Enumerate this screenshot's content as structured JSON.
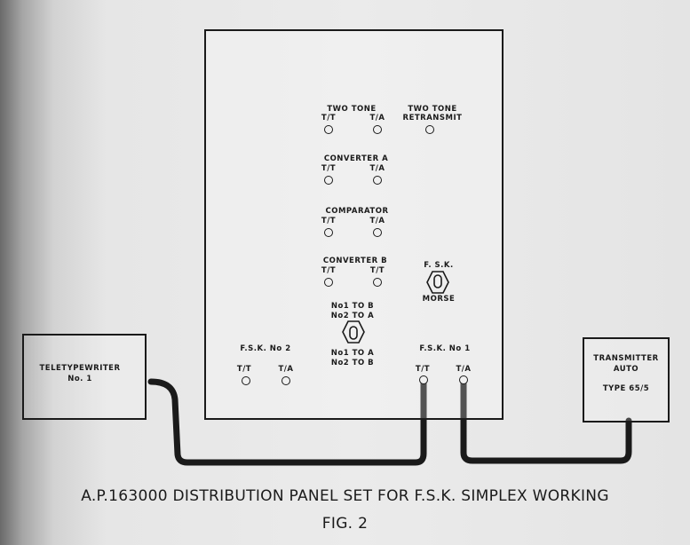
{
  "panel": {
    "two_tone": "TWO TONE",
    "two_tone_tt": "T/T",
    "two_tone_ta": "T/A",
    "two_tone_retransmit_1": "TWO TONE",
    "two_tone_retransmit_2": "RETRANSMIT",
    "converter_a": "CONVERTER A",
    "converter_a_tt": "T/T",
    "converter_a_ta": "T/A",
    "comparator": "COMPARATOR",
    "comparator_tt": "T/T",
    "comparator_ta": "T/A",
    "converter_b": "CONVERTER B",
    "converter_b_tt": "T/T",
    "converter_b_ta": "T/T",
    "fsk_switch_top": "F. S.K.",
    "fsk_switch_bottom": "MORSE",
    "routing_1": "No1 TO B",
    "routing_2": "No2 TO A",
    "routing_3": "No1 TO A",
    "routing_4": "No2 TO B",
    "fsk2": "F.S.K. No 2",
    "fsk2_tt": "T/T",
    "fsk2_ta": "T/A",
    "fsk1": "F.S.K. No 1",
    "fsk1_tt": "T/T",
    "fsk1_ta": "T/A"
  },
  "teletypewriter": {
    "line1": "TELETYPEWRITER",
    "line2": "No. 1"
  },
  "transmitter": {
    "line1": "TRANSMITTER",
    "line2": "AUTO",
    "line3": "TYPE 65/5"
  },
  "caption": {
    "title": "A.P.163000 DISTRIBUTION PANEL SET FOR F.S.K. SIMPLEX WORKING",
    "fig": "FIG. 2"
  }
}
